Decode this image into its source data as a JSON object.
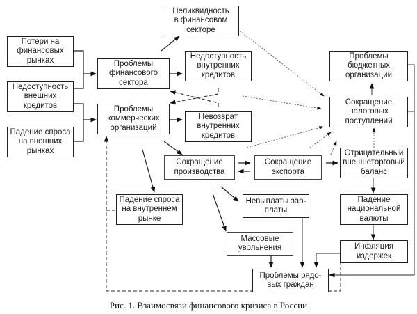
{
  "figure": {
    "caption": "Рис. 1. Взаимосвязи финансового кризиса в России"
  },
  "nodes": {
    "losses_fin_markets": "Потери на\nфинансовых\nрынках",
    "ext_credit_unavail": "Недоступность\nвнешних\nкредитов",
    "ext_demand_fall": "Падение спроса\nна внешних\nрынках",
    "fin_sector_problems": "Проблемы\nфинансового\nсектора",
    "commercial_problems": "Проблемы\nкоммерческих\nорганизаций",
    "fin_illiquidity": "Неликвидность\nв финансовом\nсекторе",
    "int_credit_unavail": "Недоступность\nвнутренних\nкредитов",
    "int_credit_default": "Невозврат\nвнутренних\nкредитов",
    "production_cut": "Сокращение\nпроизводства",
    "export_cut": "Сокращение\nэкспорта",
    "int_demand_fall": "Падение спроса\nна внутреннем\nрынке",
    "wage_arrears": "Невыплаты зар-\nплаты",
    "mass_layoffs": "Массовые\nувольнения",
    "citizens_problems": "Проблемы рядо-\nвых граждан",
    "budget_org_problems": "Проблемы\nбюджетных\nорганизаций",
    "tax_revenue_cut": "Сокращение\nналоговых\nпоступлений",
    "neg_trade_balance": "Отрицательный\nвнешнеторговый\nбаланс",
    "currency_fall": "Падение\nнациональной\nвалюты",
    "cost_inflation": "Инфляция\nиздержек"
  }
}
